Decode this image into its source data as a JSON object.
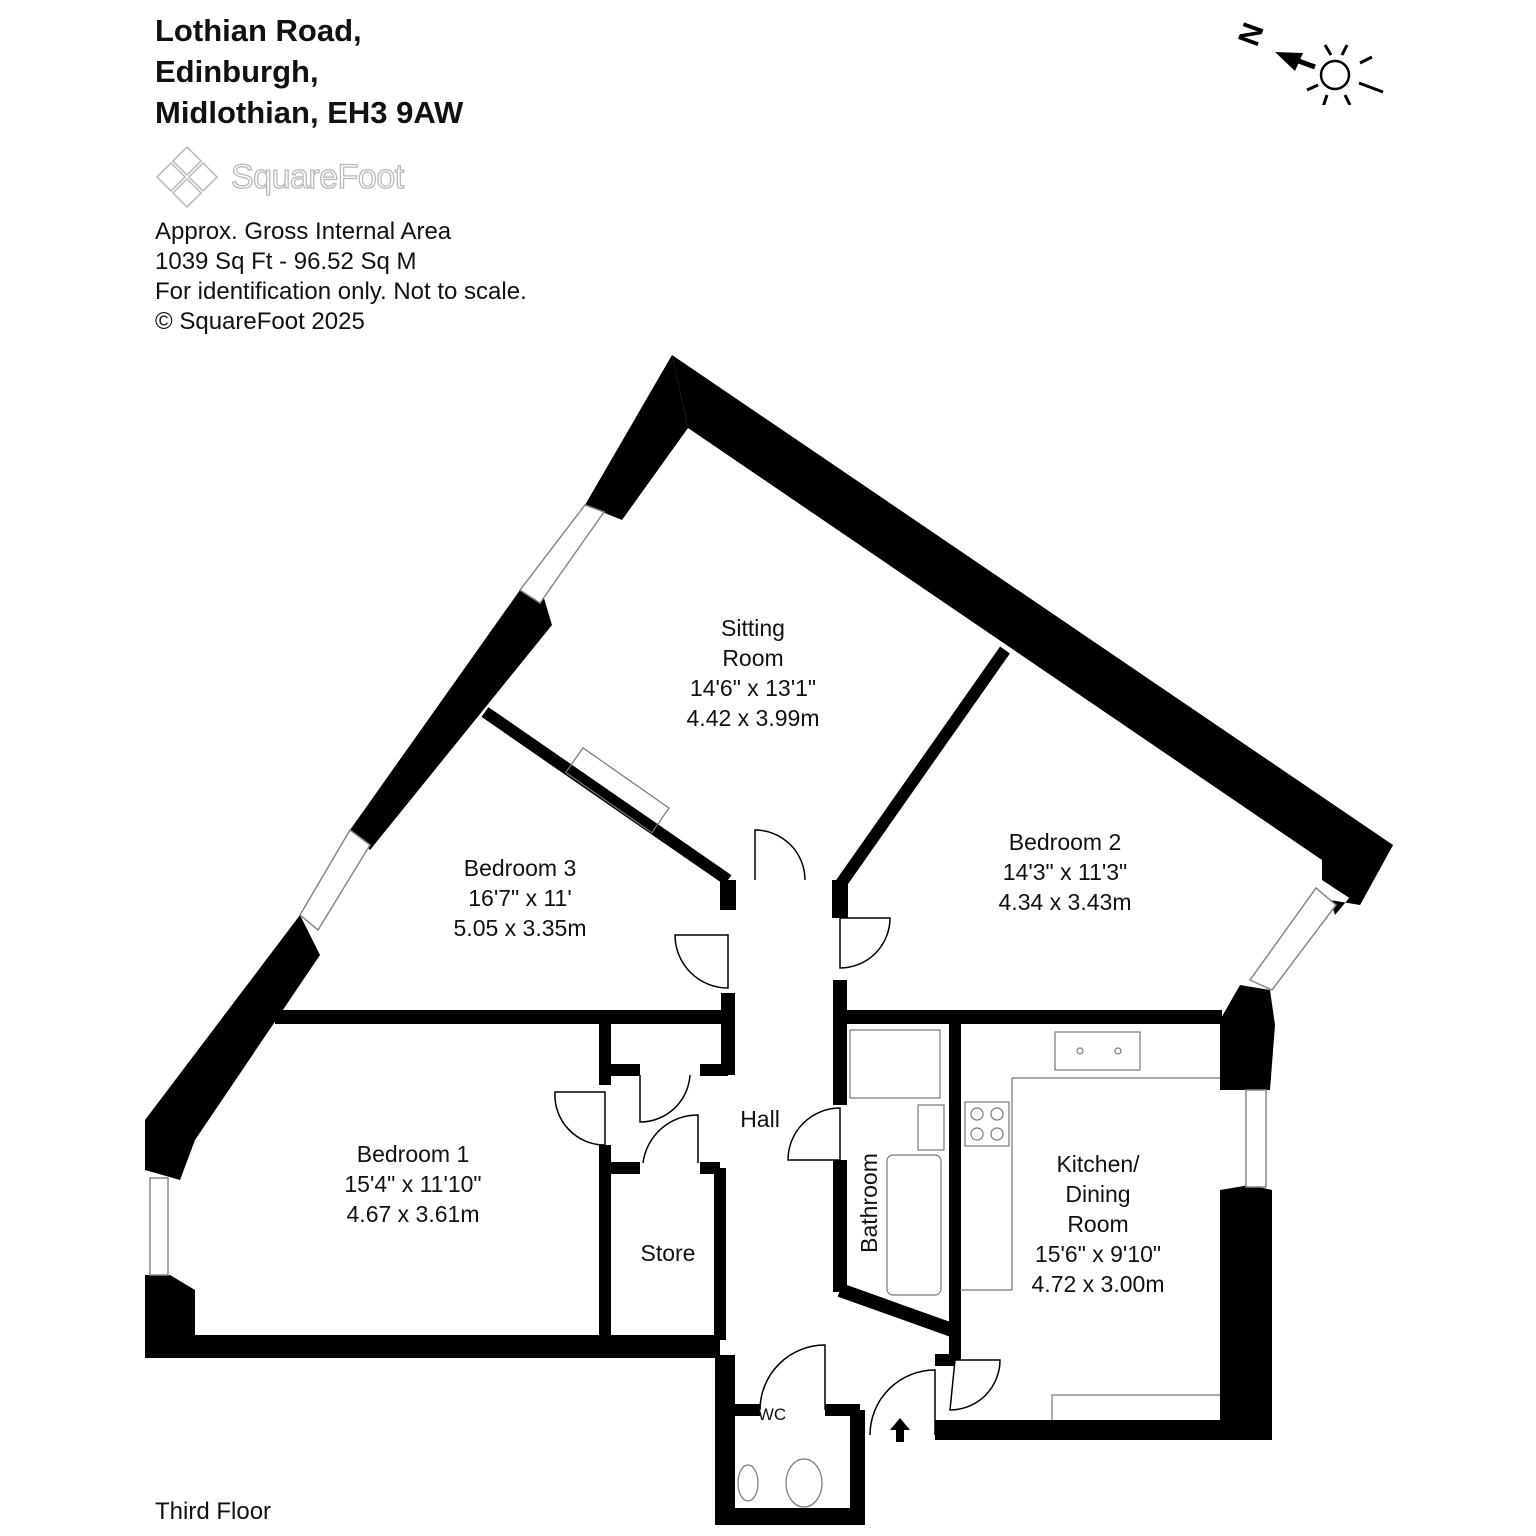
{
  "address": {
    "line1": "Lothian Road,",
    "line2": "Edinburgh,",
    "line3": "Midlothian, EH3 9AW"
  },
  "logo": {
    "text": "SquareFoot"
  },
  "info": {
    "area_title": "Approx. Gross Internal Area",
    "area_value": "1039 Sq Ft  -  96.52 Sq M",
    "disclaimer": "For identification only. Not to scale.",
    "copyright": "© SquareFoot 2025"
  },
  "compass": {
    "label": "N",
    "icon": "north-arrow-sun-icon"
  },
  "rooms": {
    "sitting": {
      "name1": "Sitting",
      "name2": "Room",
      "imperial": "14'6\" x 13'1\"",
      "metric": "4.42 x 3.99m"
    },
    "bedroom3": {
      "name": "Bedroom 3",
      "imperial": "16'7\" x 11'",
      "metric": "5.05 x 3.35m"
    },
    "bedroom2": {
      "name": "Bedroom 2",
      "imperial": "14'3\" x 11'3\"",
      "metric": "4.34 x 3.43m"
    },
    "bedroom1": {
      "name": "Bedroom 1",
      "imperial": "15'4\" x 11'10\"",
      "metric": "4.67 x 3.61m"
    },
    "kitchen": {
      "name1": "Kitchen/",
      "name2": "Dining",
      "name3": "Room",
      "imperial": "15'6\" x 9'10\"",
      "metric": "4.72 x 3.00m"
    },
    "hall": {
      "name": "Hall"
    },
    "store": {
      "name": "Store"
    },
    "bathroom": {
      "name": "Bathroom"
    },
    "wc": {
      "name": "WC"
    }
  },
  "floor_label": "Third Floor",
  "colors": {
    "wall": "#000000",
    "logo": "#b8b8b8"
  }
}
